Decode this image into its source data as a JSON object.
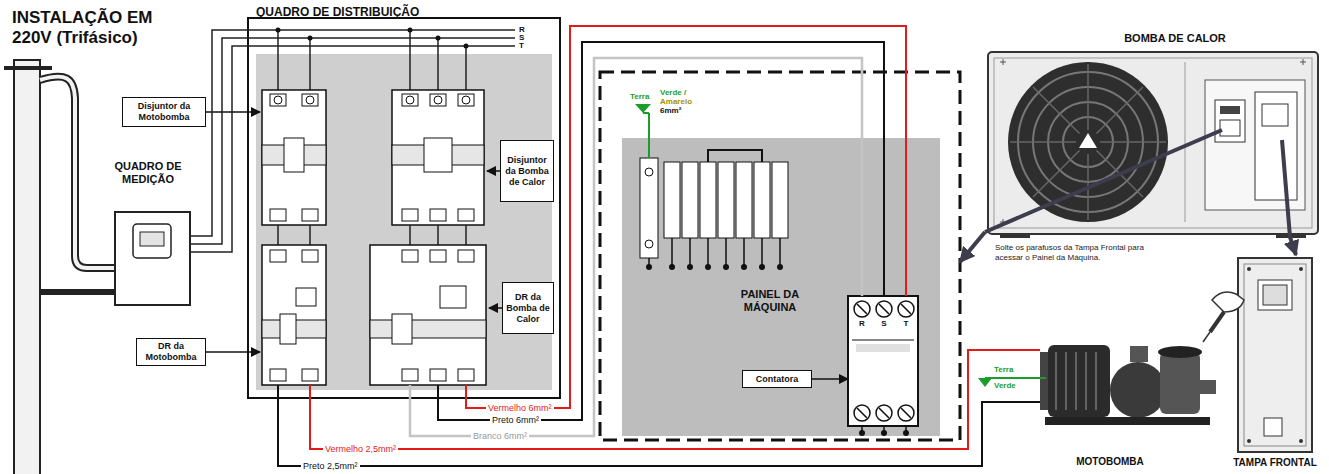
{
  "diagram": {
    "title": "INSTALAÇÃO EM 220V (Trifásico)",
    "nodes": [
      {
        "text": [
          "QUADRO DE MEDIÇÃO"
        ]
      },
      {
        "text": [
          "Disjuntor da Motobomba"
        ]
      },
      {
        "text": [
          "DR da Motobomba"
        ]
      },
      {
        "text": [
          "QUADRO DE DISTRIBUIÇÃO"
        ]
      },
      {
        "text": [
          "Disjuntor da Bomba de Calor"
        ],
        "in": 3
      },
      {
        "text": [
          "DR da Bomba de Calor"
        ],
        "in": 3
      },
      {
        "text": [
          "PAINEL DA MÁQUINA"
        ]
      },
      {
        "text": [
          "R",
          "S",
          "T"
        ],
        "in": 6
      },
      {
        "text": [
          "Contatora"
        ],
        "in": 6
      },
      {
        "text": [
          "BOMBA DE CALOR"
        ]
      },
      {
        "text": [
          "MOTOBOMBA"
        ]
      },
      {
        "text": [
          "TAMPA FRONTAL"
        ]
      }
    ],
    "edges": [
      {
        "from": 0,
        "to": 3,
        "arrow": "none"
      },
      {
        "from": 3,
        "to": 7,
        "label": "Vermelho 6mm²",
        "arrow": "none"
      },
      {
        "from": 3,
        "to": 7,
        "label": "Preto 6mm²",
        "arrow": "none"
      },
      {
        "from": 3,
        "to": 7,
        "label": "Branco 6mm²",
        "arrow": "none"
      },
      {
        "from": 3,
        "to": 10,
        "label": "Vermelho 2,5mm²",
        "arrow": "none"
      },
      {
        "from": 3,
        "to": 10,
        "label": "Preto 2,5mm²",
        "arrow": "none"
      },
      {
        "from": 9,
        "to": 6,
        "arrow": "to"
      },
      {
        "from": 9,
        "to": 11,
        "arrow": "to"
      },
      {
        "from": 8,
        "to": 7,
        "arrow": "to"
      }
    ],
    "labels": [
      "R",
      "S",
      "T",
      "Terra",
      "Verde /",
      "Amarelo",
      "6mm²",
      "Solte os parafusos da Tampa Frontal para acessar o Painel da Máquina.",
      "Terra",
      "Verde"
    ]
  }
}
